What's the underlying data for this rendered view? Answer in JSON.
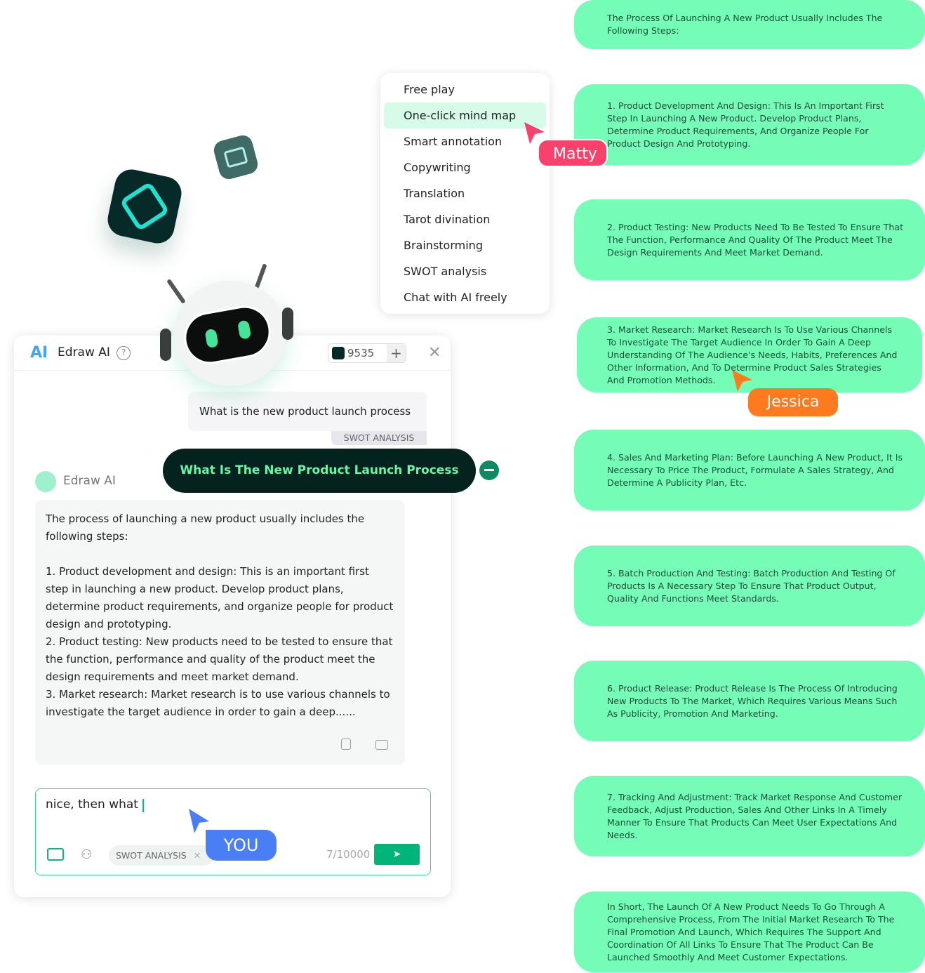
{
  "cards": [
    "The Process Of Launching A New Product Usually Includes The Following Steps:",
    "1. Product Development And Design: This Is An Important First Step In Launching A New Product. Develop Product Plans, Determine Product Requirements, And Organize People For Product Design And Prototyping.",
    "2. Product Testing: New Products Need To Be Tested To Ensure That The Function, Performance And Quality Of The Product Meet The Design Requirements And Meet Market Demand.",
    "3. Market Research: Market Research Is To Use Various Channels To Investigate The Target Audience In Order To Gain A Deep Understanding Of The Audience's Needs, Habits, Preferences And Other Information, And To Determine Product Sales Strategies And Promotion Methods.",
    "4. Sales And Marketing Plan: Before Launching A New Product, It Is Necessary To Price The Product, Formulate A Sales Strategy, And Determine A Publicity Plan, Etc.",
    "5. Batch Production And Testing: Batch Production And Testing Of Products Is A Necessary Step To Ensure That Product Output, Quality And Functions Meet Standards.",
    "6. Product Release: Product Release Is The Process Of Introducing New Products To The Market, Which Requires Various Means Such As Publicity, Promotion And Marketing.",
    "7. Tracking And Adjustment: Track Market Response And Customer Feedback, Adjust Production, Sales And Other Links In A Timely Manner To Ensure That Products Can Meet User Expectations And Needs.",
    "In Short, The Launch Of A New Product Needs To Go Through A Comprehensive Process, From The Initial Market Research To The Final Promotion And Launch, Which Requires The Support And Coordination Of All Links To Ensure That The Product Can Be Launched Smoothly And Meet Customer Expectations."
  ],
  "menu": {
    "items": [
      "Free play",
      "One-click mind map",
      "Smart annotation",
      "Copywriting",
      "Translation",
      "Tarot divination",
      "Brainstorming",
      "SWOT analysis",
      "Chat with AI freely"
    ],
    "selected": 1
  },
  "cursors": {
    "matty": "Matty",
    "jessica": "Jessica",
    "you": "YOU"
  },
  "panel": {
    "logo": "AI",
    "title": "Edraw AI",
    "credits": "9535",
    "user_message": "What is the new product launch process",
    "user_tag": "SWOT ANALYSIS",
    "highlight": "What Is The New Product Launch Process",
    "bot_name": "Edraw AI",
    "answer": "The process of launching a new product usually includes the following steps:\n\n1. Product development and design: This is an important first step in launching a new product. Develop product plans, determine product requirements, and organize people for product design and prototyping.\n2. Product testing: New products need to be tested to ensure that the function, performance and quality of the product meet the design requirements and meet market demand.\n3. Market research: Market research is to use various channels to investigate the target audience in order to gain a deep......",
    "input_value": "nice, then what ",
    "input_tag": "SWOT ANALYSIS",
    "counter": "7/10000"
  },
  "colors": {
    "card": "#75fdb8",
    "accent": "#00b47a",
    "matty": "#f8416b",
    "jessica": "#fd7a1f",
    "you": "#4a7ef5",
    "dark": "#04231f"
  }
}
